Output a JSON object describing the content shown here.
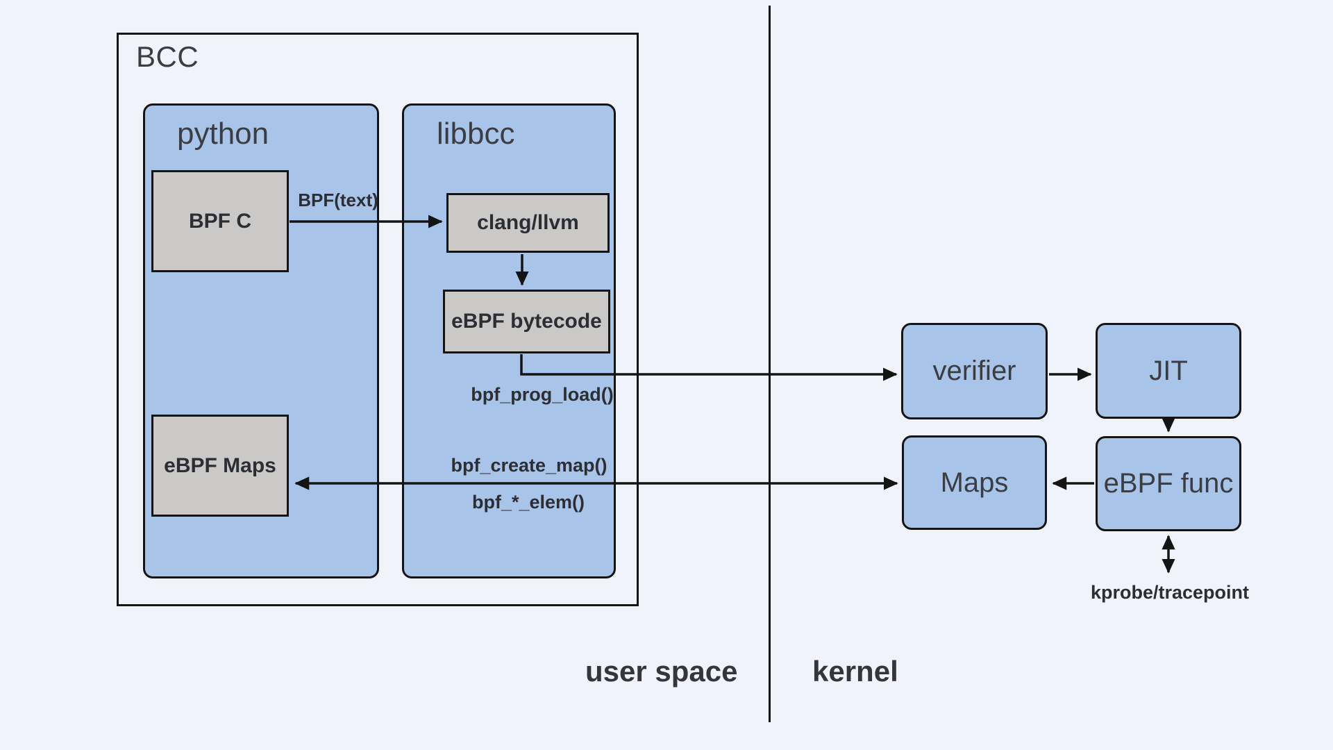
{
  "colors": {
    "background": "#f0f4fa",
    "group_fill": "#a9c4e9",
    "node_fill": "#cac9c7",
    "stroke": "#141414",
    "label_dark": "#3a3e43",
    "label_bold": "#2b2f33",
    "region_label": "#33373b"
  },
  "diagram": {
    "title": "BCC",
    "groups": {
      "python": {
        "label": "python"
      },
      "libbcc": {
        "label": "libbcc"
      }
    },
    "nodes": {
      "bpf_c": {
        "label": "BPF C"
      },
      "ebpf_maps_user": {
        "label": "eBPF Maps"
      },
      "clang_llvm": {
        "label": "clang/llvm"
      },
      "ebpf_bytecode": {
        "label": "eBPF bytecode"
      },
      "verifier": {
        "label": "verifier"
      },
      "jit": {
        "label": "JIT"
      },
      "maps_kernel": {
        "label": "Maps"
      },
      "ebpf_func": {
        "label": "eBPF func"
      }
    },
    "edge_labels": {
      "bpf_text": "BPF(text)",
      "bpf_prog_load": "bpf_prog_load()",
      "bpf_create_map": "bpf_create_map()",
      "bpf_elem": "bpf_*_elem()",
      "kprobe_tracepoint": "kprobe/tracepoint"
    },
    "regions": {
      "user_space": "user space",
      "kernel": "kernel"
    }
  }
}
